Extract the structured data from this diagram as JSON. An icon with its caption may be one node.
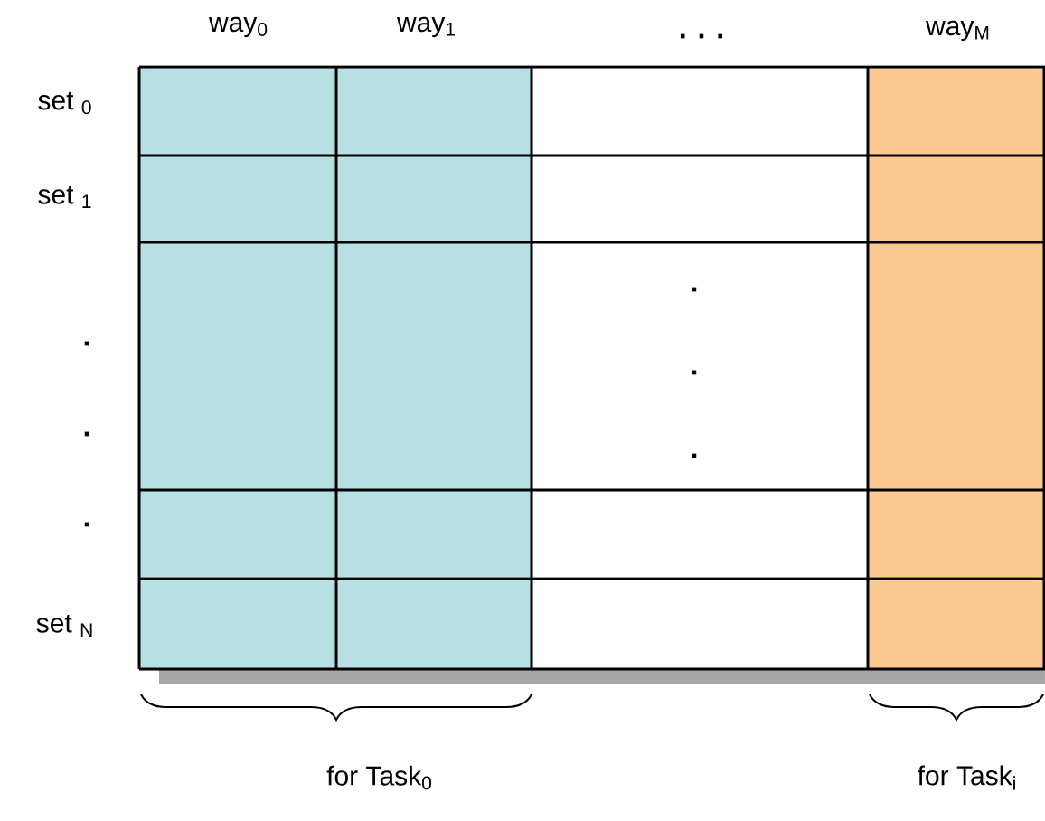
{
  "diagram": {
    "labels": [
      "way$_{0}$",
      "way$_{1}$",
      ". . .",
      "way$_{M}$",
      "set $_{0}$",
      "set $_{1}$",
      ".",
      ".",
      ".",
      ".",
      ".",
      ".",
      "set $_{N}$",
      "for Task$_{0}$",
      "for Task$_{i}$"
    ]
  }
}
